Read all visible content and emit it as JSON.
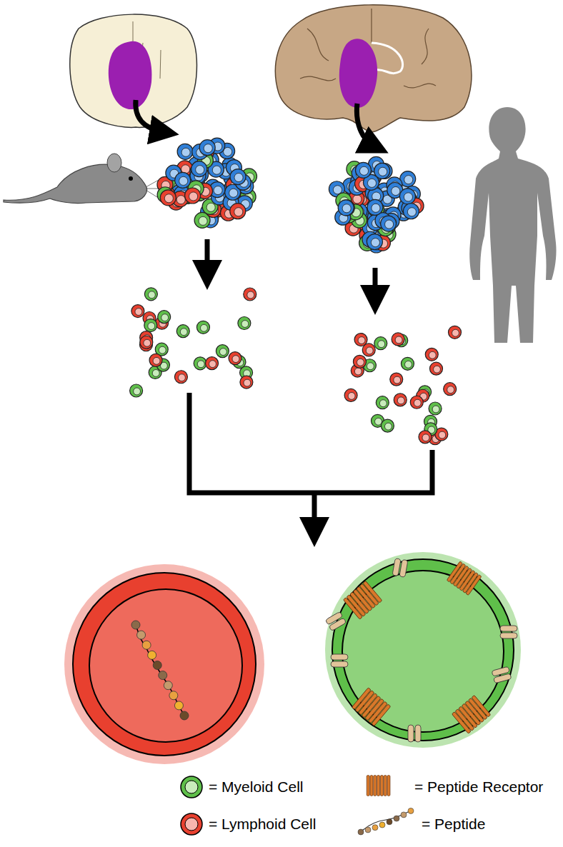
{
  "diagram": {
    "legend": [
      {
        "text": "= Myeloid Cell"
      },
      {
        "text": "= Peptide Receptor"
      },
      {
        "text": "= Lymphoid Cell"
      },
      {
        "text": "= Peptide"
      }
    ]
  }
}
